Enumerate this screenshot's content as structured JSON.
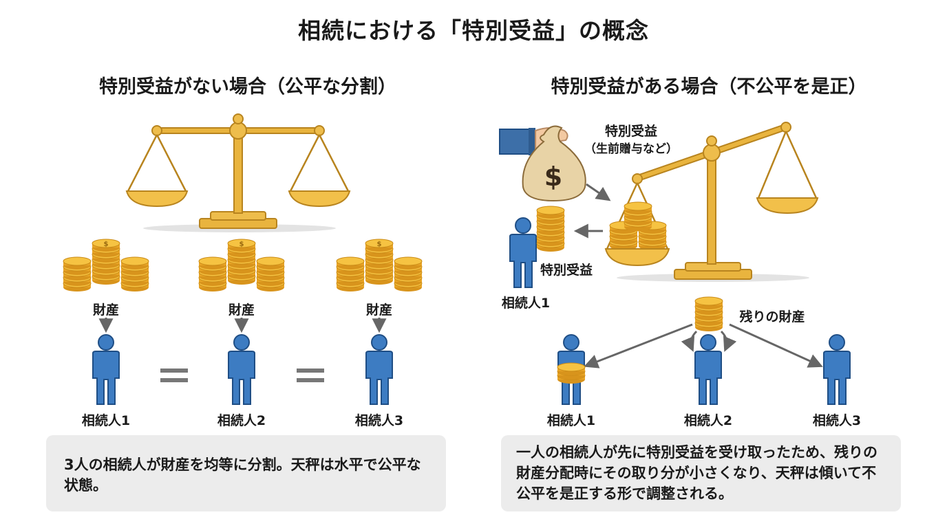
{
  "title": "相続における「特別受益」の概念",
  "left": {
    "subtitle": "特別受益がない場合（公平な分割）",
    "asset_label": "財産",
    "heirs": [
      "相続人1",
      "相続人2",
      "相続人3"
    ],
    "note": "3人の相続人が財産を均等に分割。天秤は水平で公平な状態。"
  },
  "right": {
    "subtitle": "特別受益がある場合（不公平を是正）",
    "gift_label": "特別受益",
    "gift_sublabel": "（生前贈与など）",
    "received_label": "特別受益",
    "recipient_label": "相続人1",
    "remaining_label": "残りの財産",
    "heirs": [
      "相続人1",
      "相続人2",
      "相続人3"
    ],
    "note": "一人の相続人が先に特別受益を受け取ったため、残りの財産分配時にその取り分が小さくなり、天秤は傾いて不公平を是正する形で調整される。"
  },
  "colors": {
    "person": "#3d7cc2",
    "gold": "#f2b431",
    "scale": "#e9b43e",
    "arrow": "#666666",
    "note_bg": "#ececec"
  }
}
